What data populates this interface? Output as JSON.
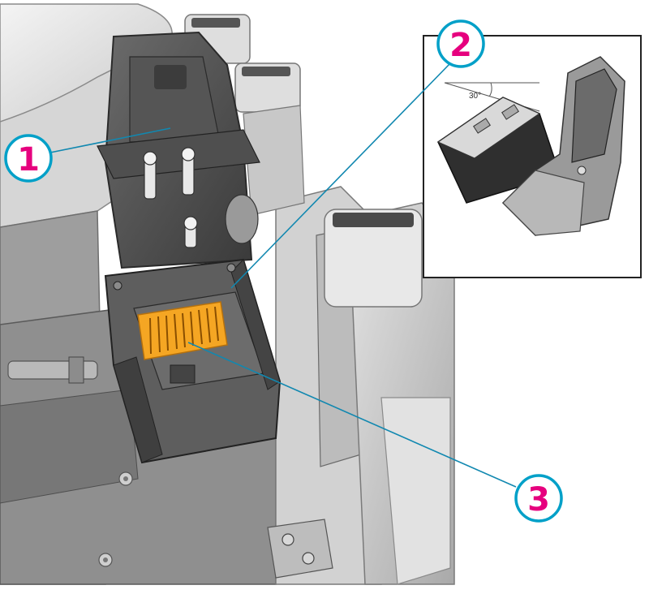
{
  "callouts": [
    {
      "number": "1"
    },
    {
      "number": "2"
    },
    {
      "number": "3"
    }
  ],
  "inset": {
    "angle_label": "30°"
  },
  "colors": {
    "callout_ring": "#00a0c8",
    "callout_number": "#e6007e",
    "leader_line": "#1188b0",
    "contacts": "#f5a623",
    "printer_body": "#cfcfcf",
    "printer_dark": "#4a4a4a",
    "cartridge": "#2f2f2f"
  }
}
